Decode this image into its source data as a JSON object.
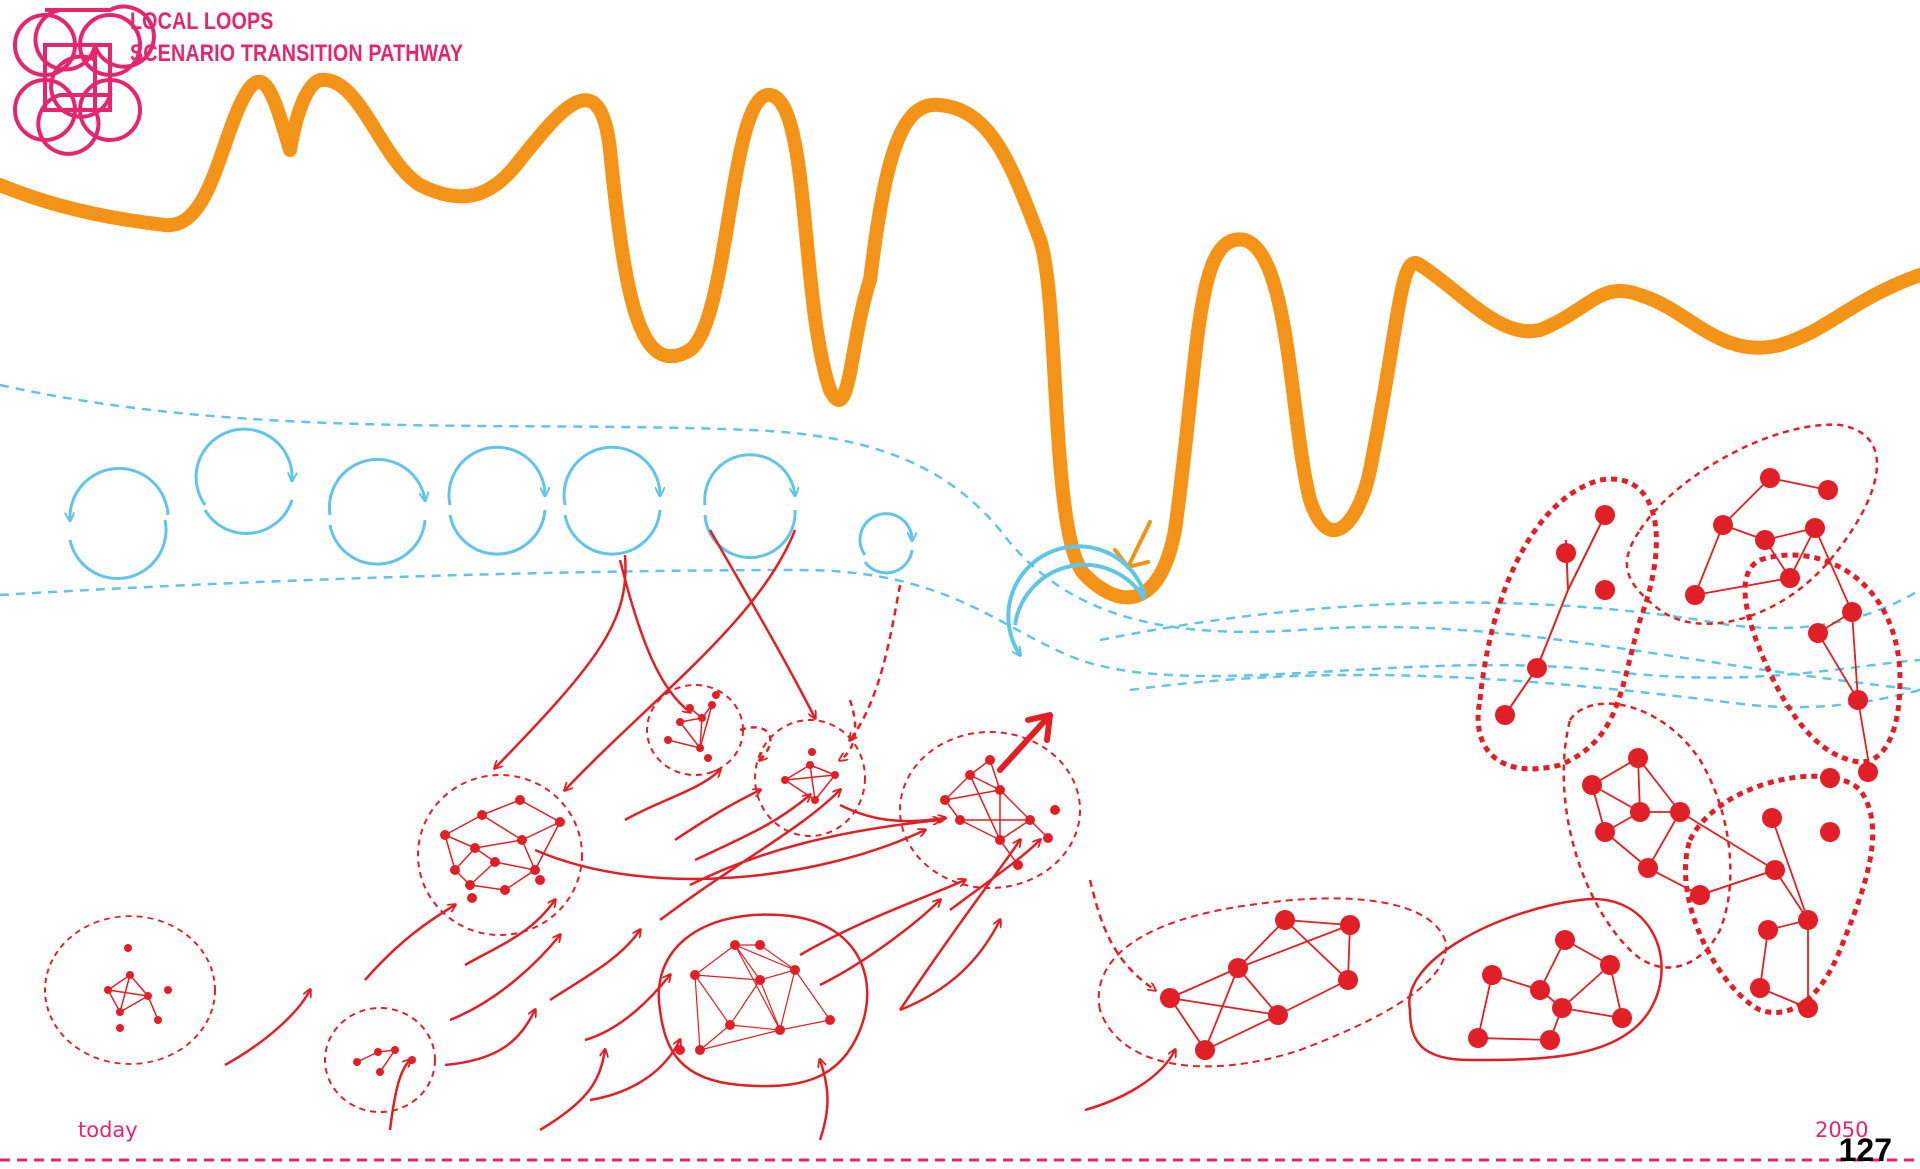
{
  "header": {
    "title_line1": "LOCAL LOOPS",
    "title_line2": "SCENARIO TRANSITION PATHWAY"
  },
  "timeline": {
    "start_label": "today",
    "end_label": "2050"
  },
  "page": {
    "number": "127"
  },
  "colors": {
    "magenta": "#e6256f",
    "orange": "#f39419",
    "blue": "#62c4e6",
    "red": "#e01f26"
  },
  "icons": [
    "command-loop-logo-icon",
    "cycle-arrow-icon"
  ]
}
